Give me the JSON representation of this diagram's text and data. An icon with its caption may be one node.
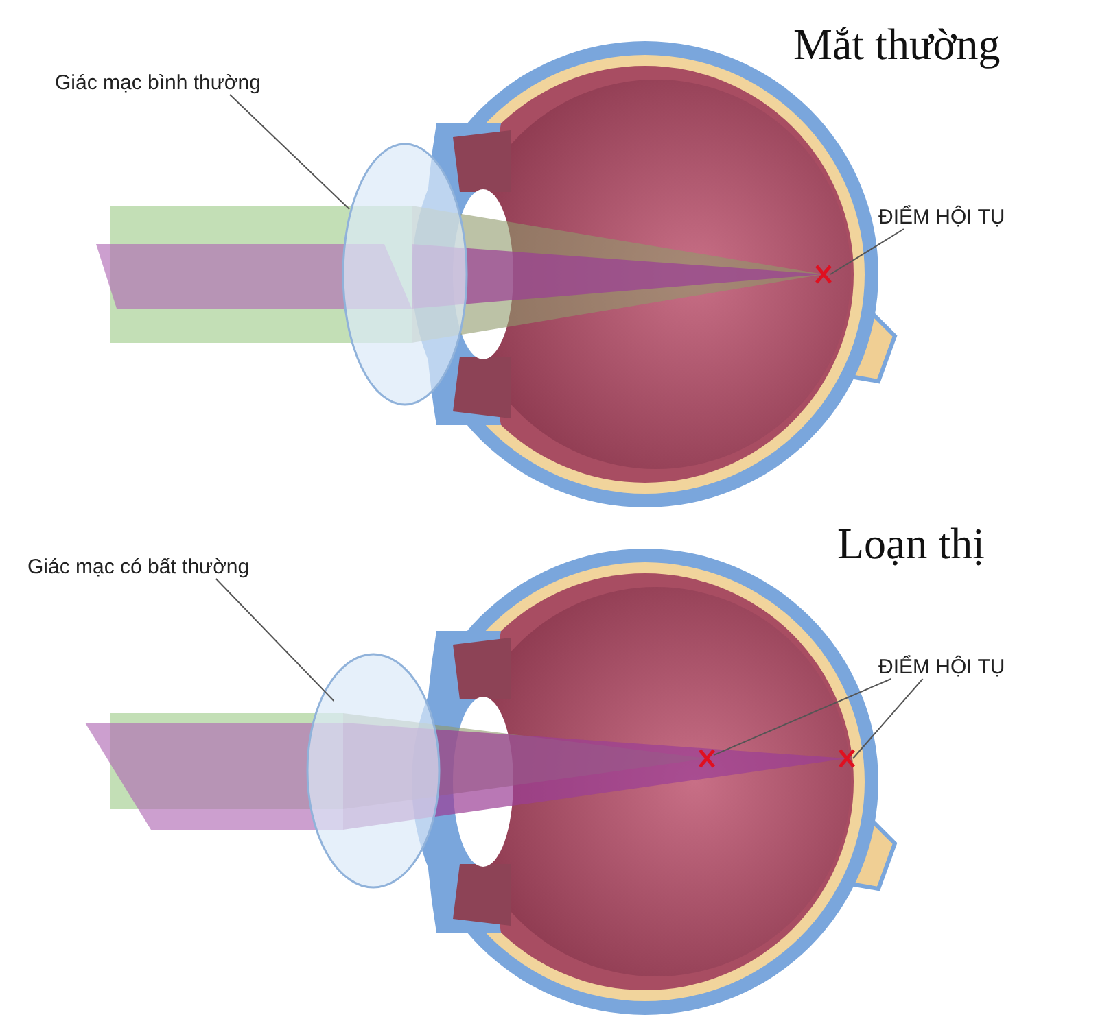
{
  "diagram": {
    "nodes": [
      {
        "text": [
          "Giác mạc bình thường"
        ]
      },
      {
        "text": [],
        "shape": "ellipse"
      },
      {
        "text": [
          "ĐIỂM HỘI TỤ"
        ]
      },
      {
        "text": [],
        "shape": "cross"
      },
      {
        "text": [
          "Giác mạc có bất thường"
        ]
      },
      {
        "text": [],
        "shape": "ellipse"
      },
      {
        "text": [
          "ĐIỂM HỘI TỤ"
        ]
      },
      {
        "text": [],
        "shape": "cross"
      },
      {
        "text": [],
        "shape": "cross"
      }
    ],
    "edges": [
      {
        "from": 0,
        "to": 1,
        "arrow": "none"
      },
      {
        "from": 2,
        "to": 3,
        "arrow": "none"
      },
      {
        "from": 4,
        "to": 5,
        "arrow": "none"
      },
      {
        "from": 6,
        "to": 7,
        "arrow": "none"
      },
      {
        "from": 6,
        "to": 8,
        "arrow": "none"
      }
    ],
    "labels": [
      "Mắt thường",
      "Loạn thị"
    ]
  }
}
